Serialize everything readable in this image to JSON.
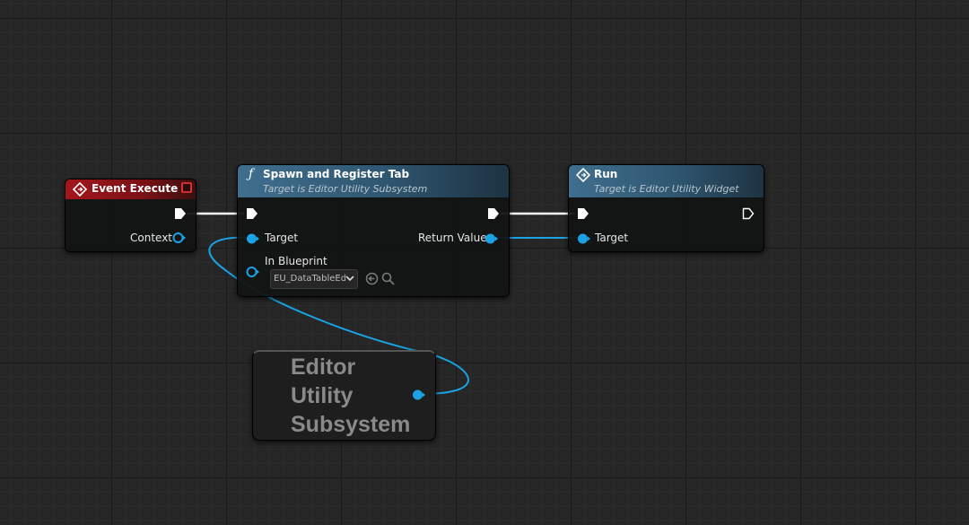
{
  "colors": {
    "event_header": "#a4161c",
    "function_header": "#3f6f8e",
    "object_pin": "#1ba2e5",
    "exec_pin": "#ffffff",
    "grid_bg": "#262626"
  },
  "nodes": {
    "event_execute": {
      "title": "Event Execute",
      "pins": {
        "context": "Context"
      },
      "icons": [
        "event-diamond-icon",
        "delegate-square-icon",
        "exec-out-pin-icon",
        "object-pin-icon"
      ]
    },
    "spawn_tab": {
      "title": "Spawn and Register Tab",
      "subtitle": "Target is Editor Utility Subsystem",
      "pins": {
        "target": "Target",
        "in_blueprint": "In Blueprint",
        "return_value": "Return Value"
      },
      "in_blueprint_value": "EU_DataTableEditor",
      "icons": [
        "function-icon",
        "use-selected-asset-icon",
        "browse-asset-icon",
        "chevron-down-icon"
      ]
    },
    "run": {
      "title": "Run",
      "subtitle": "Target is Editor Utility Widget",
      "pins": {
        "target": "Target"
      },
      "icons": [
        "event-diamond-icon",
        "exec-out-pin-icon"
      ]
    },
    "subsystem_getter": {
      "lines": [
        "Editor",
        "Utility",
        "Subsystem"
      ]
    }
  }
}
